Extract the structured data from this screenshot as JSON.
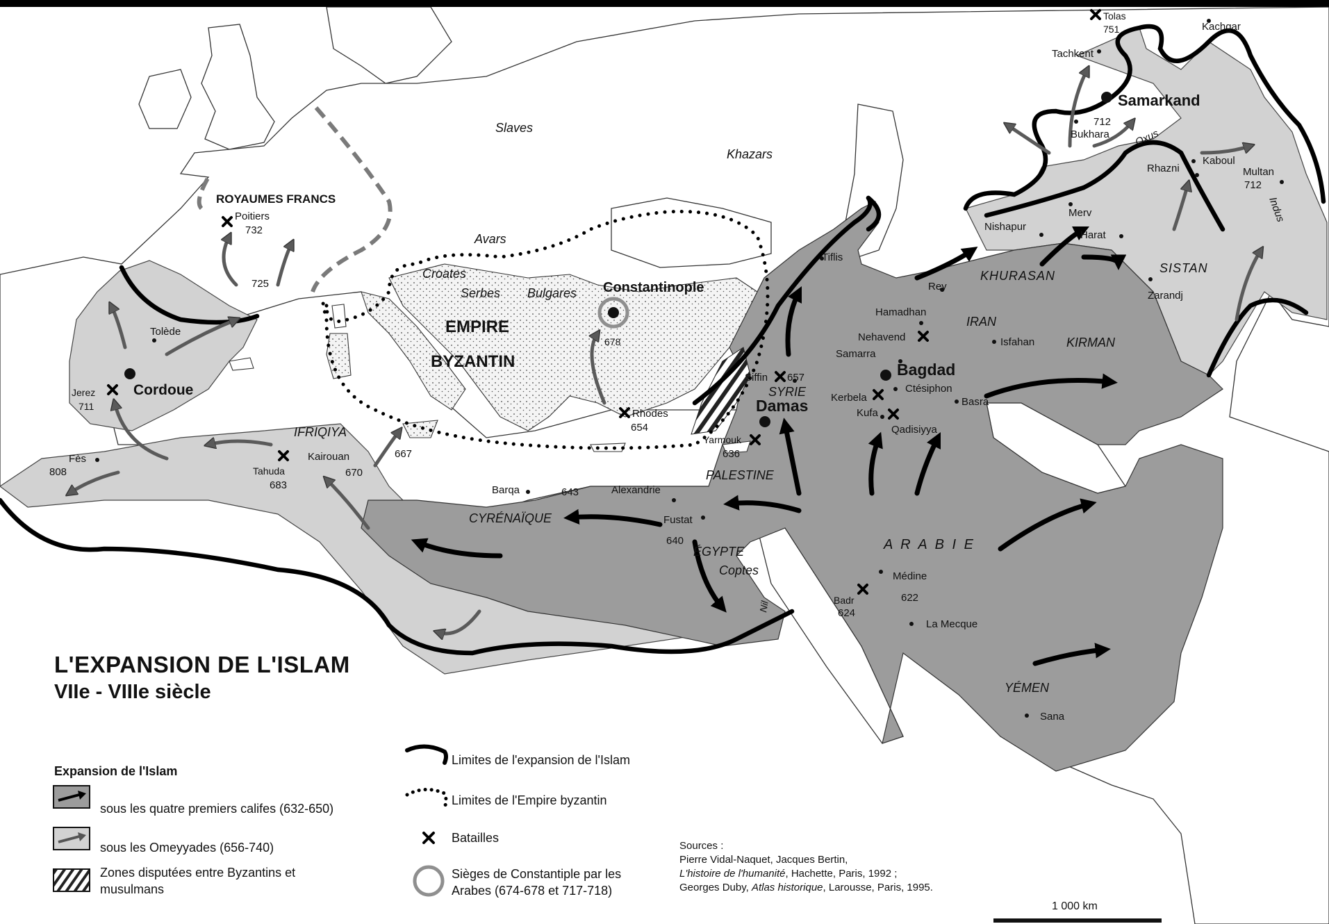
{
  "title": {
    "line1": "L'EXPANSION DE L'ISLAM",
    "line2": "VIIe - VIIIe siècle"
  },
  "colors": {
    "islam_early": "#9c9c9c",
    "islam_omeyyade": "#d2d2d2",
    "land": "#ffffff",
    "border": "#111111",
    "byzantine_dots": "#111111"
  },
  "legend": {
    "heading": "Expansion de l'Islam",
    "items": [
      {
        "label": "sous les quatre premiers califes (632-650)",
        "icon": "dark-arrow-icon"
      },
      {
        "label": "sous les Omeyyades (656-740)",
        "icon": "light-arrow-icon"
      },
      {
        "label": "Zones disputées entre Byzantins et musulmans",
        "line1": "Zones disputées entre Byzantins et",
        "line2": "musulmans",
        "icon": "hatch-icon"
      }
    ],
    "lines": [
      {
        "label": "Limites de l'expansion de l'Islam",
        "icon": "thick-line-icon"
      },
      {
        "label": "Limites de l'Empire byzantin",
        "icon": "dotted-line-icon"
      },
      {
        "label": "Batailles",
        "icon": "cross-icon"
      },
      {
        "label": "Sièges de Constantiple par les Arabes (674-678 et 717-718)",
        "line1": "Sièges de Constantiple par les",
        "line2": "Arabes  (674-678 et 717-718)",
        "icon": "siege-ring-icon"
      }
    ]
  },
  "sources": {
    "heading": "Sources :",
    "line1": "Pierre Vidal-Naquet, Jacques Bertin,",
    "line2_italic": "L'histoire de l'humanité",
    "line2_rest": ", Hachette, Paris, 1992 ;",
    "line3_pre": "Georges Duby, ",
    "line3_italic": "Atlas historique",
    "line3_rest": ", Larousse, Paris, 1995."
  },
  "scale": {
    "label": "1 000 km"
  },
  "places": {
    "samarkand": "Samarkand",
    "bagdad": "Bagdad",
    "damas": "Damas",
    "cordoue": "Cordoue",
    "constantinople": "Constantinople",
    "tolas": "Tolas",
    "tolas_year": "751",
    "kachgar": "Kachgar",
    "tachkent": "Tachkent",
    "bukhara": "Bukhara",
    "bukhara_year": "712",
    "oxus": "Oxus",
    "kaboul": "Kaboul",
    "rhazni": "Rhazni",
    "multan": "Multan",
    "multan_year": "712",
    "indus": "Indus",
    "merv": "Merv",
    "nishapur": "Nishapur",
    "harat": "Harat",
    "sistan": "SISTAN",
    "zarandj": "Zarandj",
    "khurasan": "KHURASAN",
    "rey": "Rey",
    "hamadhan": "Hamadhan",
    "iran": "IRAN",
    "nehavend": "Nehavend",
    "isfahan": "Isfahan",
    "kirman": "KIRMAN",
    "samarra": "Samarra",
    "ctesiphon": "Ctésiphon",
    "kerbela": "Kerbela",
    "kufa": "Kufa",
    "basra": "Basra",
    "qadisiyya": "Qadisiyya",
    "tiflis": "Tiflis",
    "siffin": "Siffin",
    "siffin_year": "657",
    "syrie": "SYRIE",
    "yarmouk": "Yarmouk",
    "yarmouk_year": "636",
    "palestine": "PALESTINE",
    "arabie": "A R A B I E",
    "medine": "Médine",
    "medine_year": "622",
    "badr": "Badr",
    "badr_year": "624",
    "la_mecque": "La Mecque",
    "yemen": "YÉMEN",
    "sana": "Sana",
    "alexandrie": "Alexandrie",
    "barqa": "Barqa",
    "barqa_year": "643",
    "cyrenaique": "CYRÉNAÏQUE",
    "fustat": "Fustat",
    "fustat_year": "640",
    "egypte": "ÉGYPTE",
    "coptes": "Coptes",
    "nil": "Nil",
    "rhodes": "Rhodes",
    "rhodes_year": "654",
    "siege_year": "678",
    "empire1": "EMPIRE",
    "empire2": "BYZANTIN",
    "croates": "Croates",
    "serbes": "Serbes",
    "bulgares": "Bulgares",
    "slaves": "Slaves",
    "khazars": "Khazars",
    "avars": "Avars",
    "royaumes": "ROYAUMES FRANCS",
    "poitiers": "Poitiers",
    "poitiers_year": "732",
    "year_725": "725",
    "tolede": "Tolède",
    "jerez": "Jerez",
    "jerez_year": "711",
    "fes": "Fès",
    "fes_year": "808",
    "ifriqiya": "IFRIQIYA",
    "kairouan": "Kairouan",
    "kairouan_year": "670",
    "tahuda": "Tahuda",
    "tahuda_year": "683",
    "year_667": "667"
  }
}
